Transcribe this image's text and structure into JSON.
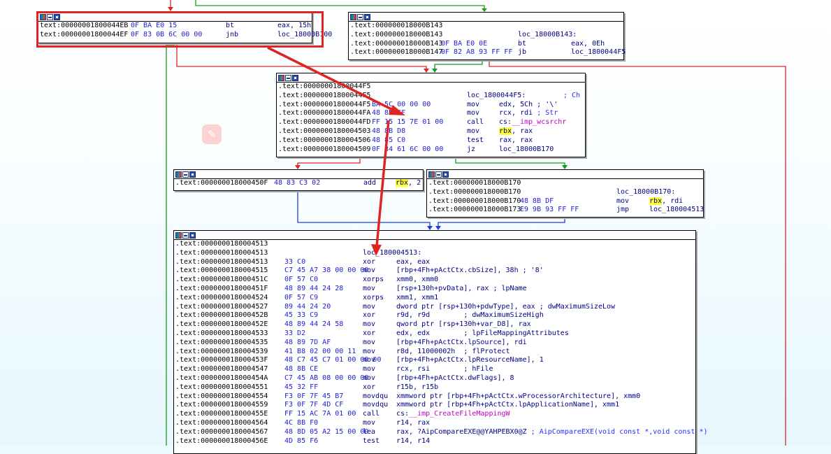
{
  "colors": {
    "code_hex": "#1d1dd4",
    "code_mnemonic": "#000080",
    "import_symbol": "#c000c0",
    "highlight": "#ffff33",
    "edge_red": "#e02424",
    "edge_green": "#1c9a1c",
    "edge_blue": "#1f3fd8",
    "annotation_red": "#e02424"
  },
  "icons": [
    "color-palette-icon",
    "graph-overview-icon",
    "group-nodes-icon",
    "edit-watermark-icon"
  ],
  "nodes": [
    {
      "id": "node-44eb",
      "lines": [
        {
          "addr": "text:00000001800044EB",
          "hex": "0F BA E0 15",
          "mn": "bt",
          "ops": [
            {
              "t": "eax, 15h"
            }
          ]
        },
        {
          "addr": "text:00000001800044EF",
          "hex": "0F 83 0B 6C 00 00",
          "mn": "jnb",
          "ops": [
            {
              "t": "loc_18000B100"
            }
          ]
        }
      ]
    },
    {
      "id": "node-b143",
      "lines": [
        {
          "addr": ".text:000000018000B143"
        },
        {
          "addr": ".text:000000018000B143",
          "label": "loc_18000B143:"
        },
        {
          "addr": ".text:000000018000B143",
          "hex": "0F BA E0 0E",
          "mn": "bt",
          "ops": [
            {
              "t": "eax, 0Eh"
            }
          ]
        },
        {
          "addr": ".text:000000018000B147",
          "hex": "0F 82 A8 93 FF FF",
          "mn": "jb",
          "ops": [
            {
              "t": "loc_1800044F5"
            }
          ]
        }
      ]
    },
    {
      "id": "node-44f5",
      "lines": [
        {
          "addr": ".text:00000001800044F5"
        },
        {
          "addr": ".text:00000001800044F5",
          "label": "loc_1800044F5:",
          "comment": "; Ch"
        },
        {
          "addr": ".text:00000001800044F5",
          "hex": "BA 5C 00 00 00",
          "mn": "mov",
          "ops": [
            {
              "t": "edx, 5Ch ; '\\'"
            }
          ]
        },
        {
          "addr": ".text:00000001800044FA",
          "hex": "48 8B CF",
          "mn": "mov",
          "ops": [
            {
              "t": "rcx, rdi"
            }
          ],
          "comment": "; Str"
        },
        {
          "addr": ".text:00000001800044FD",
          "hex": "FF 15 15 7E 01 00",
          "mn": "call",
          "ops": [
            {
              "t": "cs:"
            },
            {
              "t": "__imp_wcsrchr",
              "c": "imp"
            }
          ]
        },
        {
          "addr": ".text:0000000180004503",
          "hex": "48 8B D8",
          "mn": "mov",
          "ops": [
            {
              "t": "rbx",
              "c": "hl"
            },
            {
              "t": ", rax"
            }
          ]
        },
        {
          "addr": ".text:0000000180004506",
          "hex": "48 85 C0",
          "mn": "test",
          "ops": [
            {
              "t": "rax, rax"
            }
          ]
        },
        {
          "addr": ".text:0000000180004509",
          "hex": "0F 84 61 6C 00 00",
          "mn": "jz",
          "ops": [
            {
              "t": "loc_18000B170"
            }
          ]
        }
      ]
    },
    {
      "id": "node-450f",
      "lines": [
        {
          "addr": ".text:000000018000450F",
          "hex": "48 83 C3 02",
          "mn": "add",
          "ops": [
            {
              "t": "rbx",
              "c": "hl"
            },
            {
              "t": ", 2"
            }
          ]
        }
      ]
    },
    {
      "id": "node-b170",
      "lines": [
        {
          "addr": ".text:000000018000B170"
        },
        {
          "addr": ".text:000000018000B170",
          "label": "loc_18000B170:"
        },
        {
          "addr": ".text:000000018000B170",
          "hex": "48 8B DF",
          "mn": "mov",
          "ops": [
            {
              "t": "rbx",
              "c": "hl"
            },
            {
              "t": ", rdi"
            }
          ]
        },
        {
          "addr": ".text:000000018000B173",
          "hex": "E9 9B 93 FF FF",
          "mn": "jmp",
          "ops": [
            {
              "t": "loc_180004513"
            }
          ]
        }
      ]
    },
    {
      "id": "node-4513",
      "lines": [
        {
          "addr": ".text:0000000180004513"
        },
        {
          "addr": ".text:0000000180004513",
          "label": "loc_180004513:"
        },
        {
          "addr": ".text:0000000180004513",
          "hex": "33 C0",
          "mn": "xor",
          "ops": [
            {
              "t": "eax, eax"
            }
          ]
        },
        {
          "addr": ".text:0000000180004515",
          "hex": "C7 45 A7 38 00 00 00",
          "mn": "mov",
          "ops": [
            {
              "t": "[rbp+4Fh+pActCtx.cbSize], 38h ; '8'"
            }
          ]
        },
        {
          "addr": ".text:000000018000451C",
          "hex": "0F 57 C0",
          "mn": "xorps",
          "ops": [
            {
              "t": "xmm0, xmm0"
            }
          ]
        },
        {
          "addr": ".text:000000018000451F",
          "hex": "48 89 44 24 28",
          "mn": "mov",
          "ops": [
            {
              "t": "[rsp+130h+pvData], rax ; lpName"
            }
          ]
        },
        {
          "addr": ".text:0000000180004524",
          "hex": "0F 57 C9",
          "mn": "xorps",
          "ops": [
            {
              "t": "xmm1, xmm1"
            }
          ]
        },
        {
          "addr": ".text:0000000180004527",
          "hex": "89 44 24 20",
          "mn": "mov",
          "ops": [
            {
              "t": "dword ptr [rsp+130h+pdwType], eax ; dwMaximumSizeLow"
            }
          ]
        },
        {
          "addr": ".text:000000018000452B",
          "hex": "45 33 C9",
          "mn": "xor",
          "ops": [
            {
              "t": "r9d, r9d        ; dwMaximumSizeHigh"
            }
          ]
        },
        {
          "addr": ".text:000000018000452E",
          "hex": "48 89 44 24 58",
          "mn": "mov",
          "ops": [
            {
              "t": "qword ptr [rsp+130h+var_D8], rax"
            }
          ]
        },
        {
          "addr": ".text:0000000180004533",
          "hex": "33 D2",
          "mn": "xor",
          "ops": [
            {
              "t": "edx, edx        ; lpFileMappingAttributes"
            }
          ]
        },
        {
          "addr": ".text:0000000180004535",
          "hex": "48 89 7D AF",
          "mn": "mov",
          "ops": [
            {
              "t": "[rbp+4Fh+pActCtx.lpSource], rdi"
            }
          ]
        },
        {
          "addr": ".text:0000000180004539",
          "hex": "41 B8 02 00 00 11",
          "mn": "mov",
          "ops": [
            {
              "t": "r8d, 11000002h  ; flProtect"
            }
          ]
        },
        {
          "addr": ".text:000000018000453F",
          "hex": "48 C7 45 C7 01 00 00 00",
          "mn": "mov",
          "ops": [
            {
              "t": "[rbp+4Fh+pActCtx.lpResourceName], 1"
            }
          ]
        },
        {
          "addr": ".text:0000000180004547",
          "hex": "48 8B CE",
          "mn": "mov",
          "ops": [
            {
              "t": "rcx, rsi        ; hFile"
            }
          ]
        },
        {
          "addr": ".text:000000018000454A",
          "hex": "C7 45 AB 08 00 00 00",
          "mn": "mov",
          "ops": [
            {
              "t": "[rbp+4Fh+pActCtx.dwFlags], 8"
            }
          ]
        },
        {
          "addr": ".text:0000000180004551",
          "hex": "45 32 FF",
          "mn": "xor",
          "ops": [
            {
              "t": "r15b, r15b"
            }
          ]
        },
        {
          "addr": ".text:0000000180004554",
          "hex": "F3 0F 7F 45 B7",
          "mn": "movdqu",
          "ops": [
            {
              "t": "xmmword ptr [rbp+4Fh+pActCtx.wProcessorArchitecture], xmm0"
            }
          ]
        },
        {
          "addr": ".text:0000000180004559",
          "hex": "F3 0F 7F 4D CF",
          "mn": "movdqu",
          "ops": [
            {
              "t": "xmmword ptr [rbp+4Fh+pActCtx.lpApplicationName], xmm1"
            }
          ]
        },
        {
          "addr": ".text:000000018000455E",
          "hex": "FF 15 AC 7A 01 00",
          "mn": "call",
          "ops": [
            {
              "t": "cs:"
            },
            {
              "t": "__imp_CreateFileMappingW",
              "c": "imp"
            }
          ]
        },
        {
          "addr": ".text:0000000180004564",
          "hex": "4C 8B F0",
          "mn": "mov",
          "ops": [
            {
              "t": "r14, rax"
            }
          ]
        },
        {
          "addr": ".text:0000000180004567",
          "hex": "48 8D 05 A2 15 00 00",
          "mn": "lea",
          "ops": [
            {
              "t": "rax, ?AipCompareEXE@@YAHPEBX0@Z"
            }
          ],
          "comment": "; AipCompareEXE(void const *,void const *)"
        },
        {
          "addr": ".text:000000018000456E",
          "hex": "4D 85 F6",
          "mn": "test",
          "ops": [
            {
              "t": "r14, r14"
            }
          ]
        }
      ]
    }
  ]
}
